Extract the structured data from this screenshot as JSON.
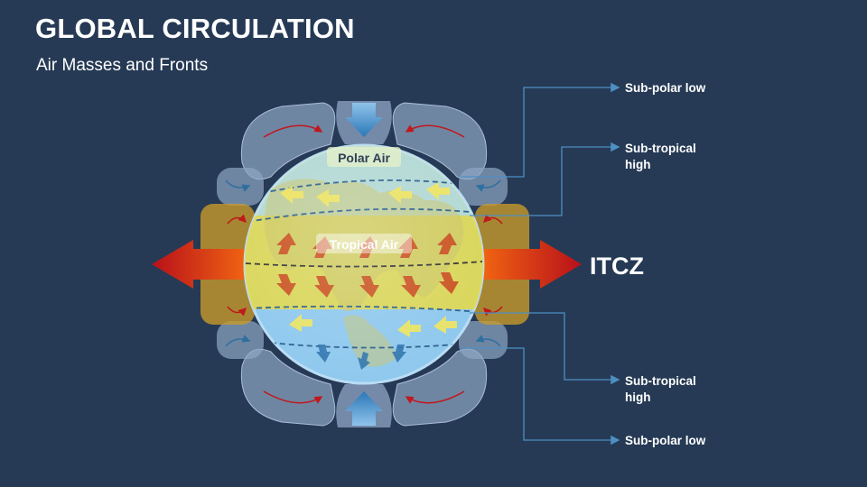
{
  "slide": {
    "title": "GLOBAL CIRCULATION",
    "subtitle": "Air Masses and Fronts"
  },
  "globe_labels": {
    "polar_air": "Polar Air",
    "tropical_air": "Tropical Air"
  },
  "callouts": {
    "top_subpolar": "Sub-polar low",
    "top_subtropical": "Sub-tropical high",
    "itcz": "ITCZ",
    "bottom_subtropical": "Sub-tropical high",
    "bottom_subpolar": "Sub-polar low"
  },
  "colors": {
    "background": "#263a55",
    "leader_line": "#4d8fc2",
    "polar_cell": "#8fa6c4",
    "tropical_cell": "#c79a2a",
    "itcz_arrow": "#c0181c",
    "ocean": "#8ec8ee",
    "tropical_band": "#e6d840"
  }
}
